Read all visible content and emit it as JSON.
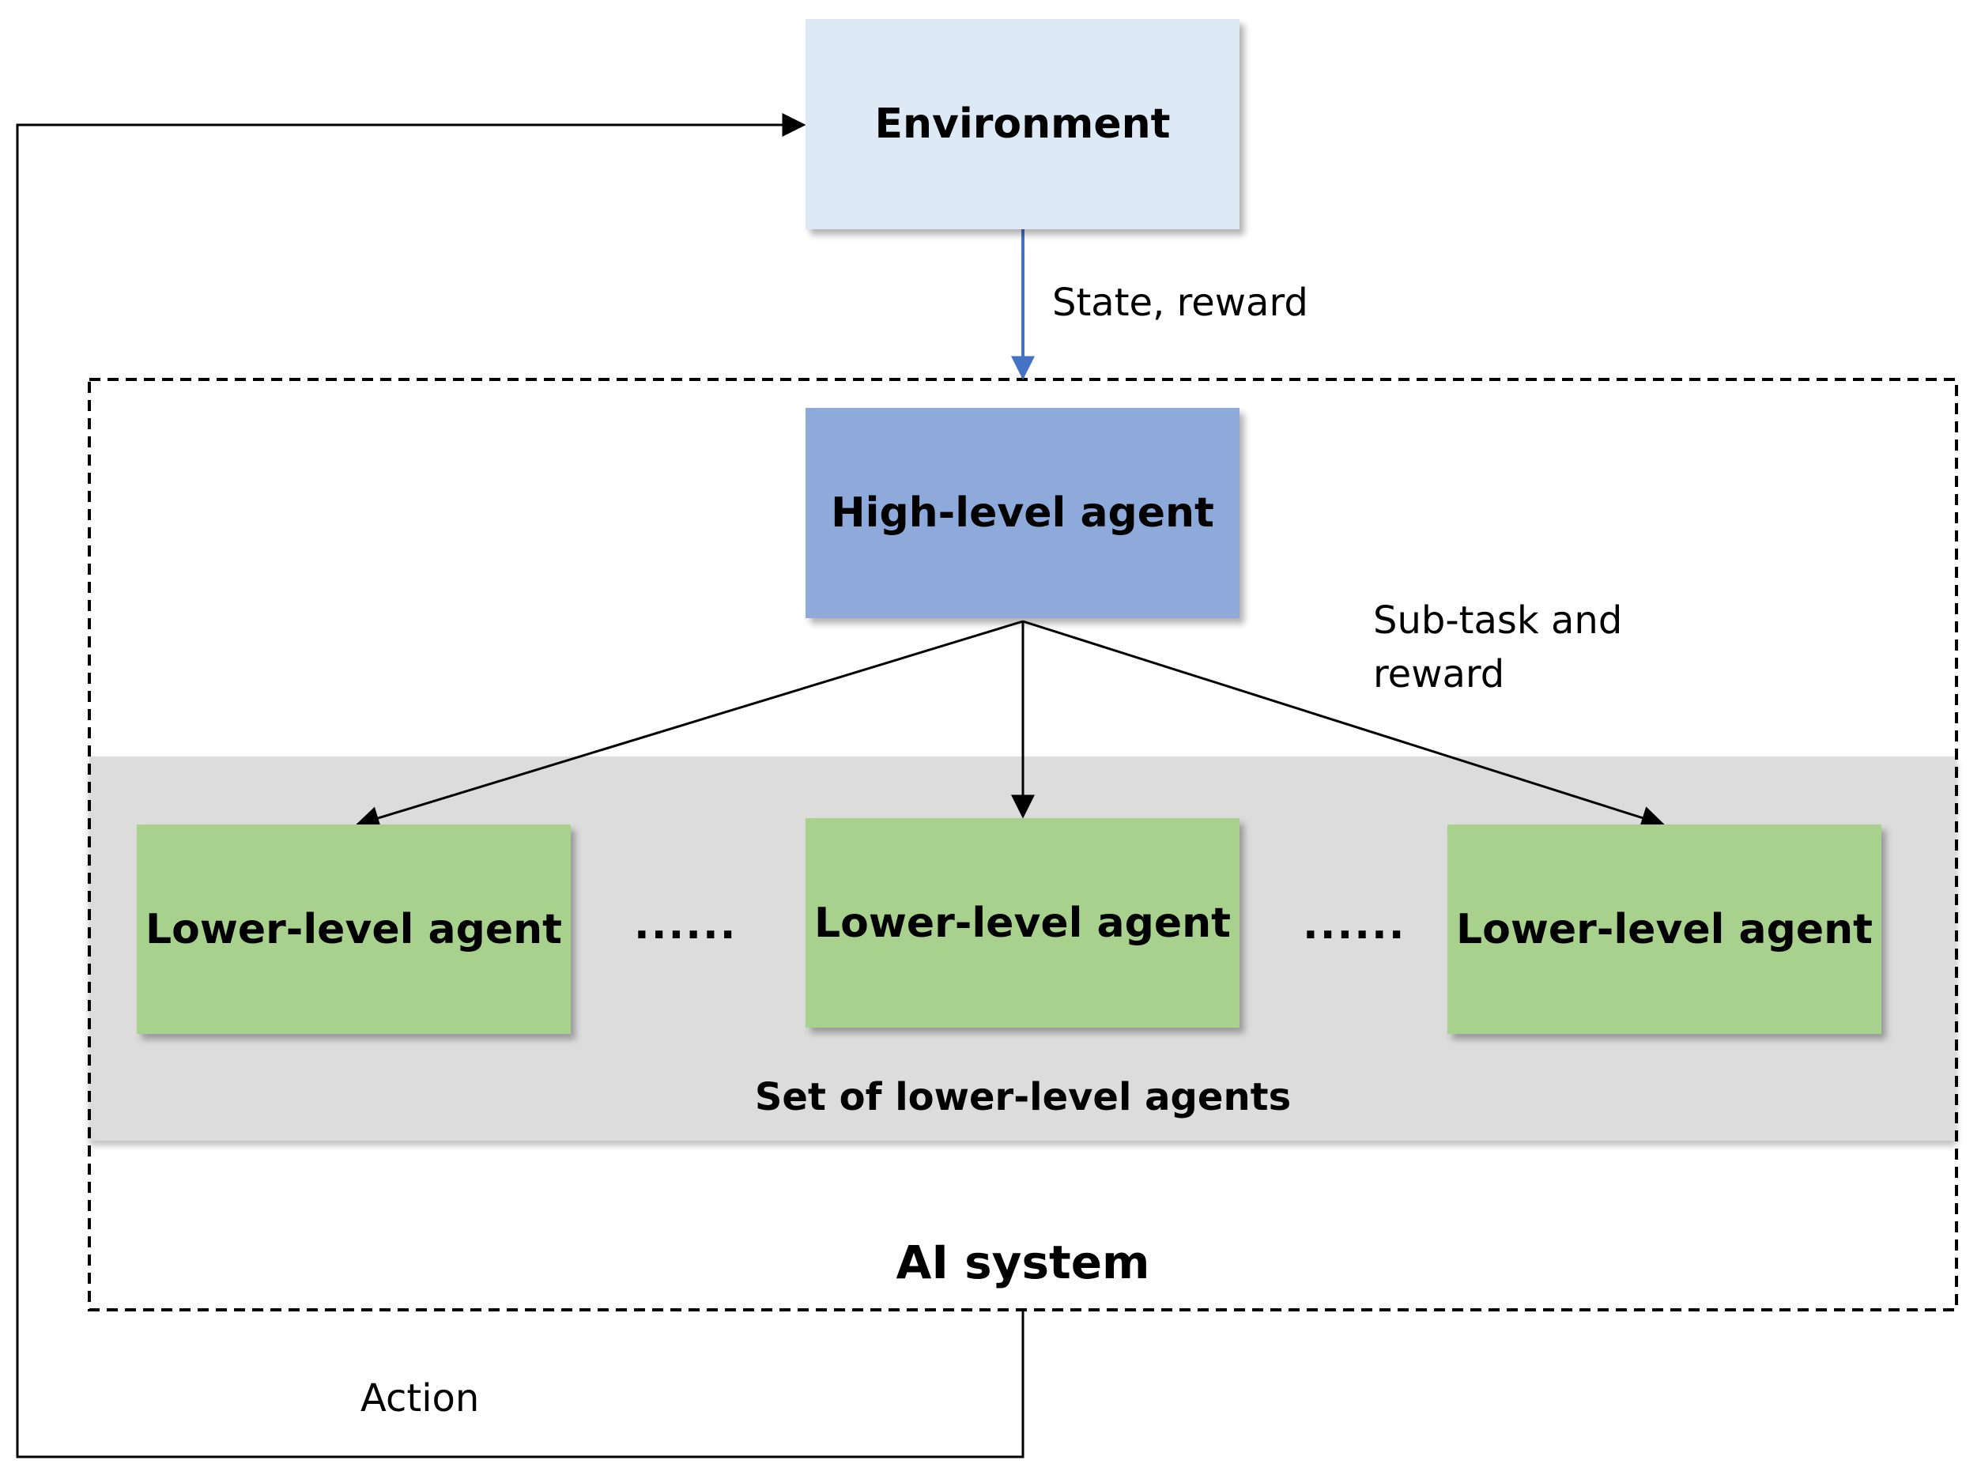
{
  "nodes": {
    "environment": "Environment",
    "high_level_agent": "High-level agent",
    "lower_level_agent_1": "Lower-level agent",
    "lower_level_agent_2": "Lower-level agent",
    "lower_level_agent_3": "Lower-level agent"
  },
  "ellipsis": "......",
  "labels": {
    "state_reward": "State, reward",
    "subtask_line1": "Sub-task and",
    "subtask_line2": "reward",
    "set_of_agents": "Set of lower-level agents",
    "ai_system": "AI system",
    "action": "Action"
  },
  "colors": {
    "environment_fill": "#dde9f5",
    "high_level_fill": "#8eaadb",
    "lower_level_fill": "#a9d18e",
    "set_panel_fill": "#dcdcdc",
    "state_arrow": "#4472c4"
  }
}
